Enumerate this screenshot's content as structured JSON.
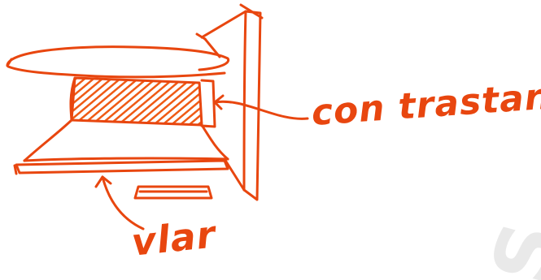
{
  "sketch": {
    "annotations": {
      "contrastar": "con trastar.",
      "vlar": "vlar"
    },
    "watermark_glyph": "S"
  },
  "colors": {
    "ink": "#e8460f",
    "hatch": "#ef5a14",
    "paper": "#ffffff",
    "watermark": "#cfcfcf"
  }
}
